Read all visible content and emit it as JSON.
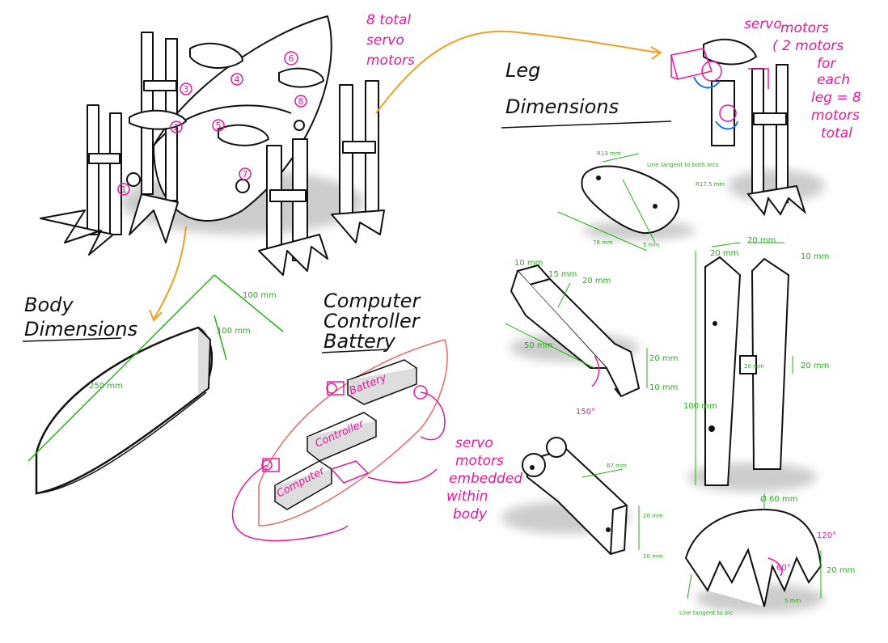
{
  "notes": {
    "servo_total": [
      "8 total",
      "servo",
      "motors"
    ],
    "servo_right": [
      "servo",
      "motors",
      "( 2 motors",
      "for",
      "each",
      "leg = 8",
      "motors",
      "total"
    ],
    "embedded": [
      "servo",
      "motors",
      "embedded",
      "within",
      "body"
    ]
  },
  "headings": {
    "leg": [
      "Leg",
      "Dimensions"
    ],
    "body": [
      "Body",
      "Dimensions"
    ],
    "ccb": [
      "Computer",
      "Controller",
      "Battery"
    ]
  },
  "servo_markers": [
    "1",
    "2",
    "3",
    "4",
    "5",
    "6",
    "7",
    "8"
  ],
  "body_dims": {
    "length": "250 mm",
    "width": "100 mm",
    "width2": "100 mm"
  },
  "components": {
    "computer": "Computer",
    "controller": "Controller",
    "battery": "Battery"
  },
  "leg_dims": {
    "link1": {
      "r1": "R13 mm",
      "r2": "R17.5 mm",
      "tangent": "Line tangent to both arcs",
      "len": "76 mm",
      "thick": "5 mm"
    },
    "link2": {
      "w1": "10 mm",
      "w2": "15 mm",
      "h1": "20 mm",
      "len": "50 mm",
      "h2": "20 mm",
      "h3": "10 mm",
      "ang": "150°"
    },
    "link3": {
      "len": "67 mm",
      "h": "20 mm",
      "w": "20 mm"
    },
    "post": {
      "w1": "20 mm",
      "w2": "20 mm",
      "t": "10 mm",
      "bar": "20 mm",
      "bar2": "20 mm",
      "h": "100 mm"
    },
    "foot": {
      "dia": "Ø 60 mm",
      "a1": "120°",
      "a2": "60°",
      "h": "20 mm",
      "t": "5 mm",
      "tangent": "Line tangent to arc"
    }
  }
}
